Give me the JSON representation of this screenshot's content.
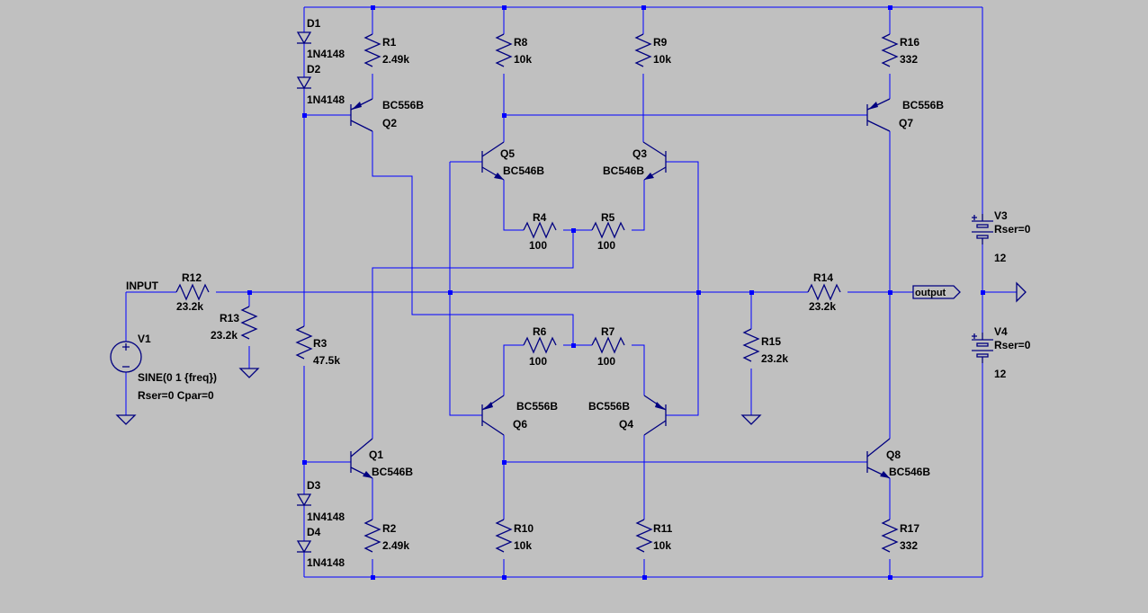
{
  "schematic": {
    "components": {
      "D1": {
        "ref": "D1",
        "value": "1N4148"
      },
      "D2": {
        "ref": "D2",
        "value": "1N4148"
      },
      "D3": {
        "ref": "D3",
        "value": "1N4148"
      },
      "D4": {
        "ref": "D4",
        "value": "1N4148"
      },
      "R1": {
        "ref": "R1",
        "value": "2.49k"
      },
      "R2": {
        "ref": "R2",
        "value": "2.49k"
      },
      "R3": {
        "ref": "R3",
        "value": "47.5k"
      },
      "R4": {
        "ref": "R4",
        "value": "100"
      },
      "R5": {
        "ref": "R5",
        "value": "100"
      },
      "R6": {
        "ref": "R6",
        "value": "100"
      },
      "R7": {
        "ref": "R7",
        "value": "100"
      },
      "R8": {
        "ref": "R8",
        "value": "10k"
      },
      "R9": {
        "ref": "R9",
        "value": "10k"
      },
      "R10": {
        "ref": "R10",
        "value": "10k"
      },
      "R11": {
        "ref": "R11",
        "value": "10k"
      },
      "R12": {
        "ref": "R12",
        "value": "23.2k"
      },
      "R13": {
        "ref": "R13",
        "value": "23.2k"
      },
      "R14": {
        "ref": "R14",
        "value": "23.2k"
      },
      "R15": {
        "ref": "R15",
        "value": "23.2k"
      },
      "R16": {
        "ref": "R16",
        "value": "332"
      },
      "R17": {
        "ref": "R17",
        "value": "332"
      },
      "Q1": {
        "ref": "Q1",
        "value": "BC546B"
      },
      "Q2": {
        "ref": "Q2",
        "value": "BC556B"
      },
      "Q3": {
        "ref": "Q3",
        "value": "BC546B"
      },
      "Q4": {
        "ref": "Q4",
        "value": "BC556B"
      },
      "Q5": {
        "ref": "Q5",
        "value": "BC546B"
      },
      "Q6": {
        "ref": "Q6",
        "value": "BC556B"
      },
      "Q7": {
        "ref": "Q7",
        "value": "BC556B"
      },
      "Q8": {
        "ref": "Q8",
        "value": "BC546B"
      },
      "V1": {
        "ref": "V1",
        "value": "SINE(0 1 {freq})",
        "params": "Rser=0 Cpar=0"
      },
      "V3": {
        "ref": "V3",
        "value": "12",
        "params": "Rser=0"
      },
      "V4": {
        "ref": "V4",
        "value": "12",
        "params": "Rser=0"
      }
    },
    "nets": {
      "input": "INPUT",
      "output": "output"
    },
    "colors": {
      "background": "#c0c0c0",
      "wire": "#0000ff",
      "component": "#000080"
    }
  }
}
